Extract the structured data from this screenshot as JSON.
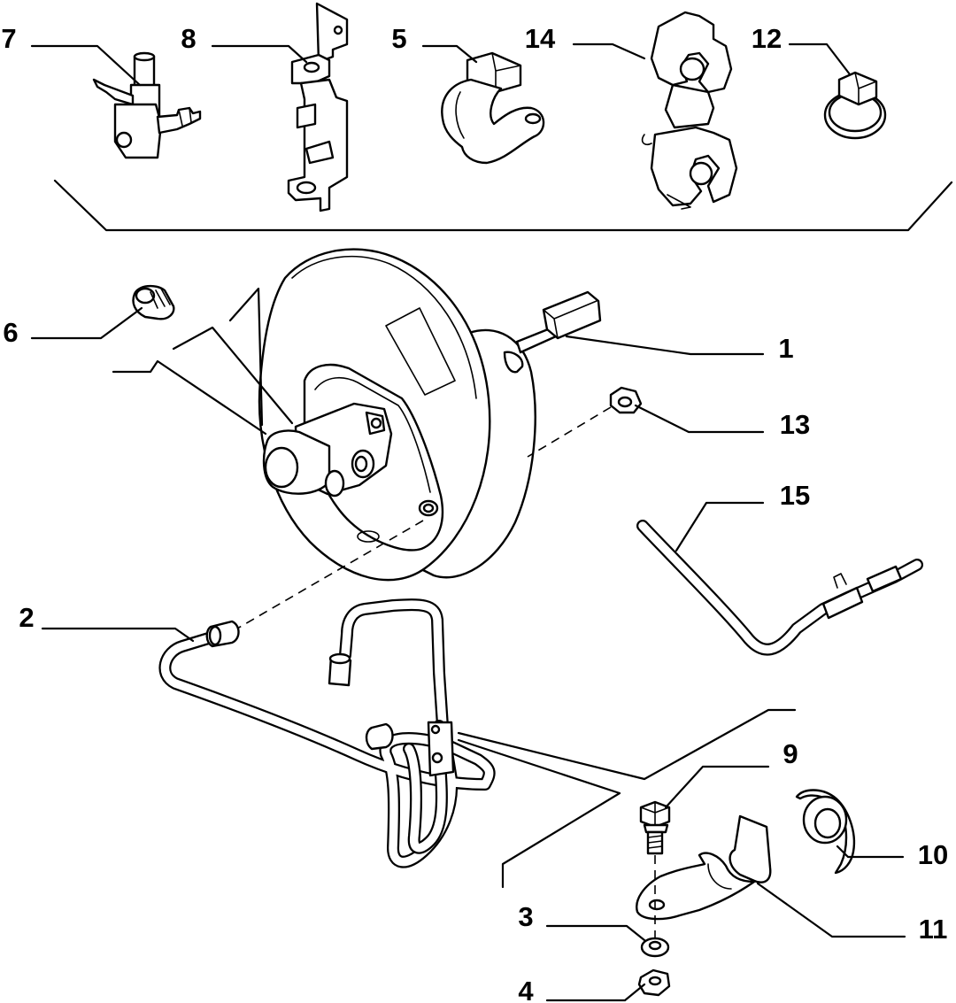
{
  "callouts": [
    {
      "id": "1",
      "label": "1",
      "part": "brake-booster"
    },
    {
      "id": "2",
      "label": "2",
      "part": "vacuum-pipe"
    },
    {
      "id": "3",
      "label": "3",
      "part": "washer"
    },
    {
      "id": "4",
      "label": "4",
      "part": "nut"
    },
    {
      "id": "5",
      "label": "5",
      "part": "pipe-clamp"
    },
    {
      "id": "6",
      "label": "6",
      "part": "check-valve-grommet"
    },
    {
      "id": "7",
      "label": "7",
      "part": "vacuum-union"
    },
    {
      "id": "8",
      "label": "8",
      "part": "mounting-bracket"
    },
    {
      "id": "9",
      "label": "9",
      "part": "bolt"
    },
    {
      "id": "10",
      "label": "10",
      "part": "spring-clip"
    },
    {
      "id": "11",
      "label": "11",
      "part": "support-bracket"
    },
    {
      "id": "12",
      "label": "12",
      "part": "hose-clip"
    },
    {
      "id": "13",
      "label": "13",
      "part": "flange-nut"
    },
    {
      "id": "14",
      "label": "14",
      "part": "double-pipe-clip"
    },
    {
      "id": "15",
      "label": "15",
      "part": "vacuum-hose"
    }
  ]
}
